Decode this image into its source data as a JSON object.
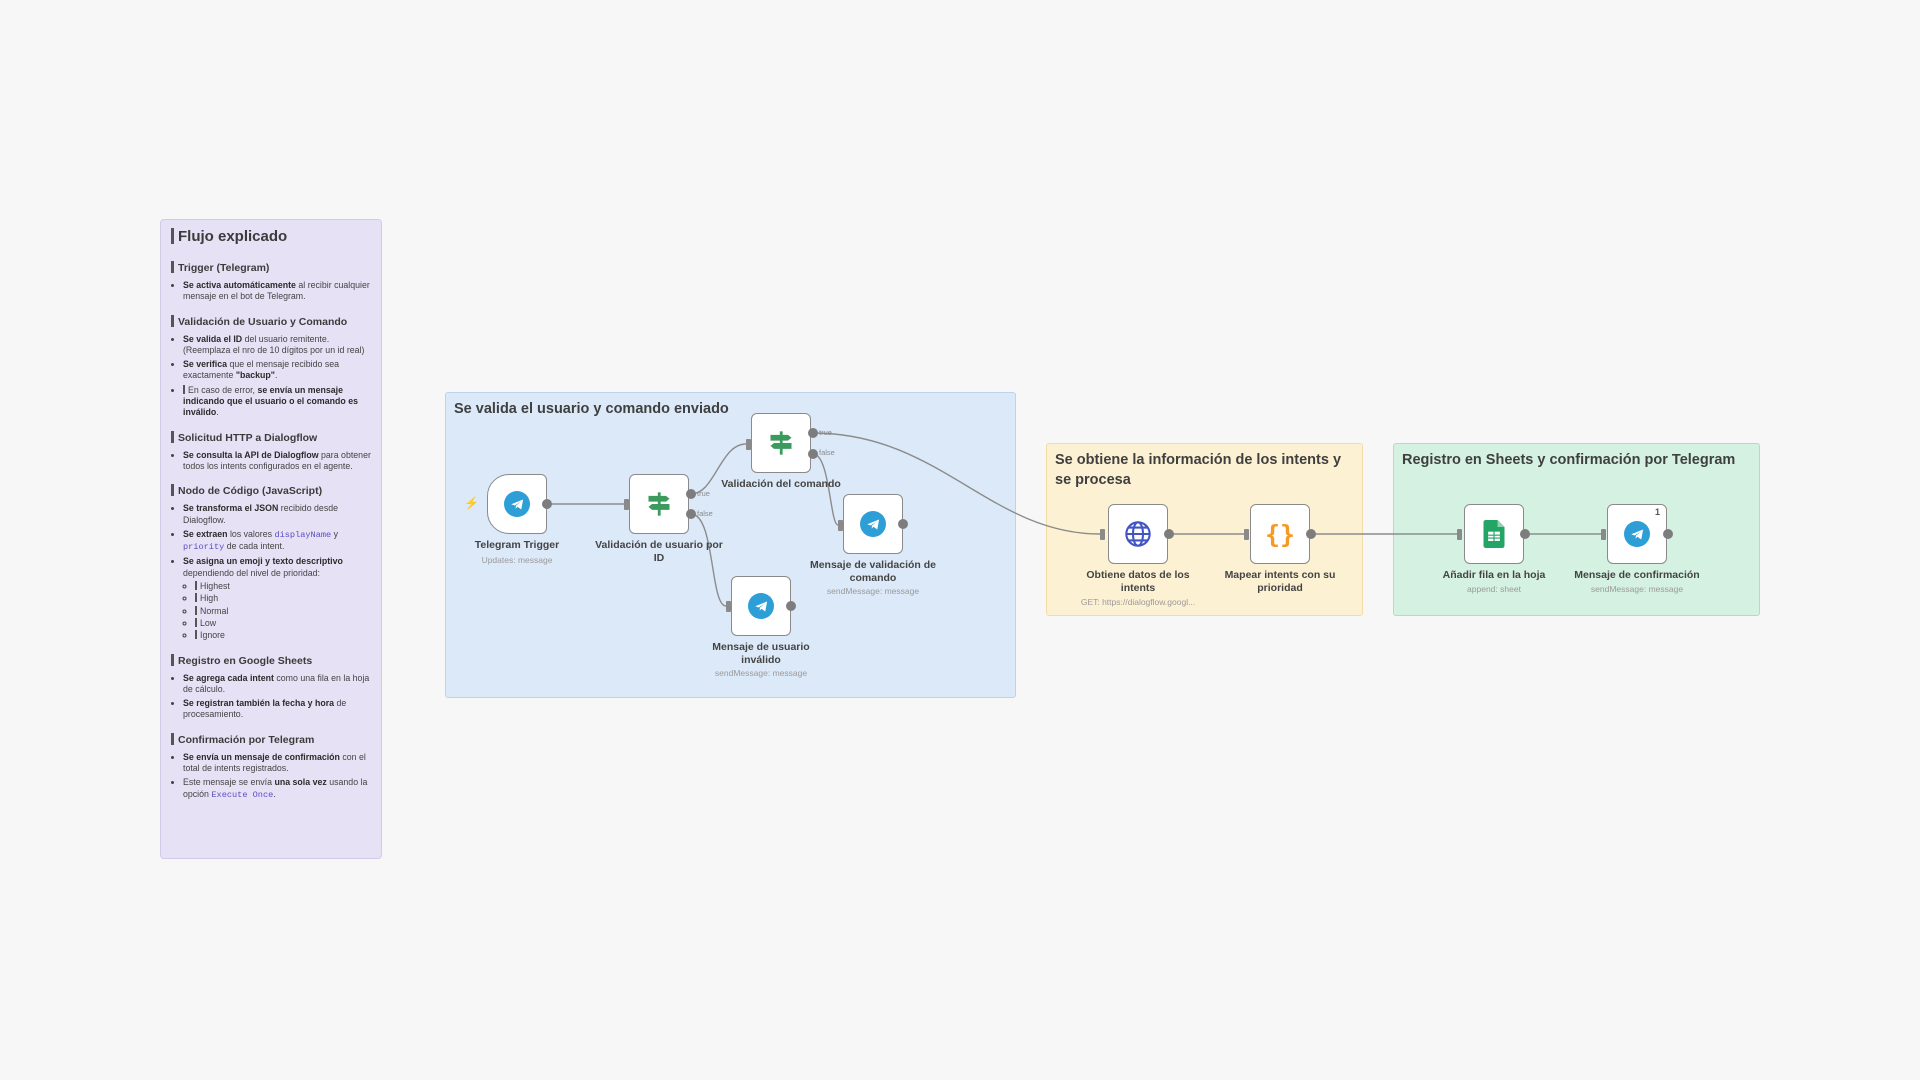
{
  "doc_note": {
    "title": "Flujo explicado",
    "sections": [
      {
        "heading": "Trigger (Telegram)",
        "items": [
          {
            "b": "Se activa automáticamente",
            "t": " al recibir cualquier mensaje en el bot de Telegram."
          }
        ]
      },
      {
        "heading": "Validación de Usuario y Comando",
        "items": [
          {
            "b": "Se valida el ID",
            "t": " del usuario remitente. (Reemplaza el nro de 10 dígitos por un id real)"
          },
          {
            "b": "Se verifica",
            "t": " que el mensaje recibido sea exactamente ",
            "b2": "\"backup\"",
            "t2": "."
          },
          {
            "pre": "En caso de error, ",
            "b": "se envía un mensaje indicando que el usuario o el comando es inválido",
            "t": "."
          }
        ]
      },
      {
        "heading": "Solicitud HTTP a Dialogflow",
        "items": [
          {
            "b": "Se consulta la API de Dialogflow",
            "t": " para obtener todos los intents configurados en el agente."
          }
        ]
      },
      {
        "heading": "Nodo de Código (JavaScript)",
        "items": [
          {
            "b": "Se transforma el JSON",
            "t": " recibido desde Dialogflow."
          },
          {
            "b": "Se extraen",
            "t": " los valores ",
            "c1": "displayName",
            "t2": " y ",
            "c2": "priority",
            "t3": " de cada intent."
          },
          {
            "b": "Se asigna un emoji y texto descriptivo",
            "t": " dependiendo del nivel de prioridad:"
          }
        ],
        "priorities": [
          "Highest",
          "High",
          "Normal",
          "Low",
          "Ignore"
        ]
      },
      {
        "heading": "Registro en Google Sheets",
        "items": [
          {
            "b": "Se agrega cada intent",
            "t": " como una fila en la hoja de cálculo."
          },
          {
            "b": "Se registran también la fecha y hora",
            "t": " de procesamiento."
          }
        ]
      },
      {
        "heading": "Confirmación por Telegram",
        "items": [
          {
            "b": "Se envía un mensaje de confirmación",
            "t": " con el total de intents registrados."
          },
          {
            "pre2": "Este mensaje se envía ",
            "b": "una sola vez",
            "t": " usando la opción ",
            "c1": "Execute Once",
            "t2": "."
          }
        ]
      }
    ]
  },
  "groups": {
    "blue": "Se valida el usuario y comando enviado",
    "yellow": "Se obtiene la información de los intents y se procesa",
    "green": "Registro en Sheets y confirmación por Telegram"
  },
  "nodes": {
    "telegram_trigger": {
      "label": "Telegram Trigger",
      "sub": "Updates: message"
    },
    "validate_user": {
      "label": "Validación de usuario por ID"
    },
    "validate_command": {
      "label": "Validación del comando"
    },
    "msg_invalid_user": {
      "label": "Mensaje de usuario inválido",
      "sub": "sendMessage: message"
    },
    "msg_command_validation": {
      "label": "Mensaje de validación de comando",
      "sub": "sendMessage: message"
    },
    "get_intents": {
      "label": "Obtiene datos de los intents",
      "sub": "GET: https://dialogflow.googl..."
    },
    "map_intents": {
      "label": "Mapear intents con su prioridad"
    },
    "append_row": {
      "label": "Añadir fila en la hoja",
      "sub": "append: sheet"
    },
    "msg_confirm": {
      "label": "Mensaje de confirmación",
      "sub": "sendMessage: message",
      "badge": "1"
    }
  },
  "port_labels": {
    "true": "true",
    "false": "false"
  },
  "icons": {
    "telegram": "telegram-icon",
    "if": "if-signpost-icon",
    "http": "globe-icon",
    "code": "braces-icon",
    "sheets": "google-sheets-icon",
    "trigger_bolt": "lightning-icon"
  },
  "colors": {
    "telegram": "#2e9fd6",
    "if_green": "#3a9b5c",
    "http_blue": "#4255c4",
    "code_orange": "#f59a23",
    "sheets_green": "#23a566",
    "trigger_red": "#ff6d5a"
  }
}
